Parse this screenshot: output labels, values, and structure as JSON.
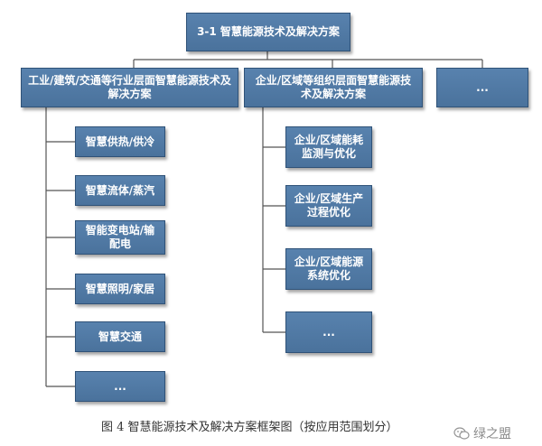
{
  "root": {
    "label": "3-1 智慧能源技术及解决方案"
  },
  "branches": [
    {
      "label": "工业/建筑/交通等行业层面智慧能源技术及解决方案",
      "children": [
        "智慧供热/供冷",
        "智慧流体/蒸汽",
        "智能变电站/输配电",
        "智慧照明/家居",
        "智慧交通",
        "..."
      ]
    },
    {
      "label": "企业/区域等组织层面智慧能源技术及解决方案",
      "children": [
        "企业/区域能耗监测与优化",
        "企业/区域生产过程优化",
        "企业/区域能源系统优化",
        "..."
      ]
    },
    {
      "label": "...",
      "children": []
    }
  ],
  "caption": "图 4 智慧能源技术及解决方案框架图（按应用范围划分）",
  "watermark": "绿之盟",
  "colors": {
    "node_fill": "#4f78a4",
    "node_border": "#2f5278",
    "connector": "#555555"
  }
}
